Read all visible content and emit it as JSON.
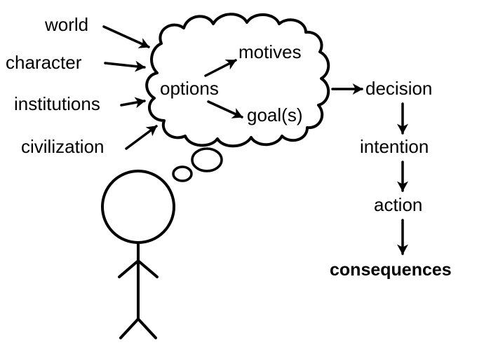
{
  "inputs": {
    "world": "world",
    "character": "character",
    "institutions": "institutions",
    "civilization": "civilization"
  },
  "thought_bubble": {
    "options": "options",
    "motives": "motives",
    "goals": "goal(s)"
  },
  "chain": {
    "decision": "decision",
    "intention": "intention",
    "action": "action",
    "consequences": "consequences"
  }
}
